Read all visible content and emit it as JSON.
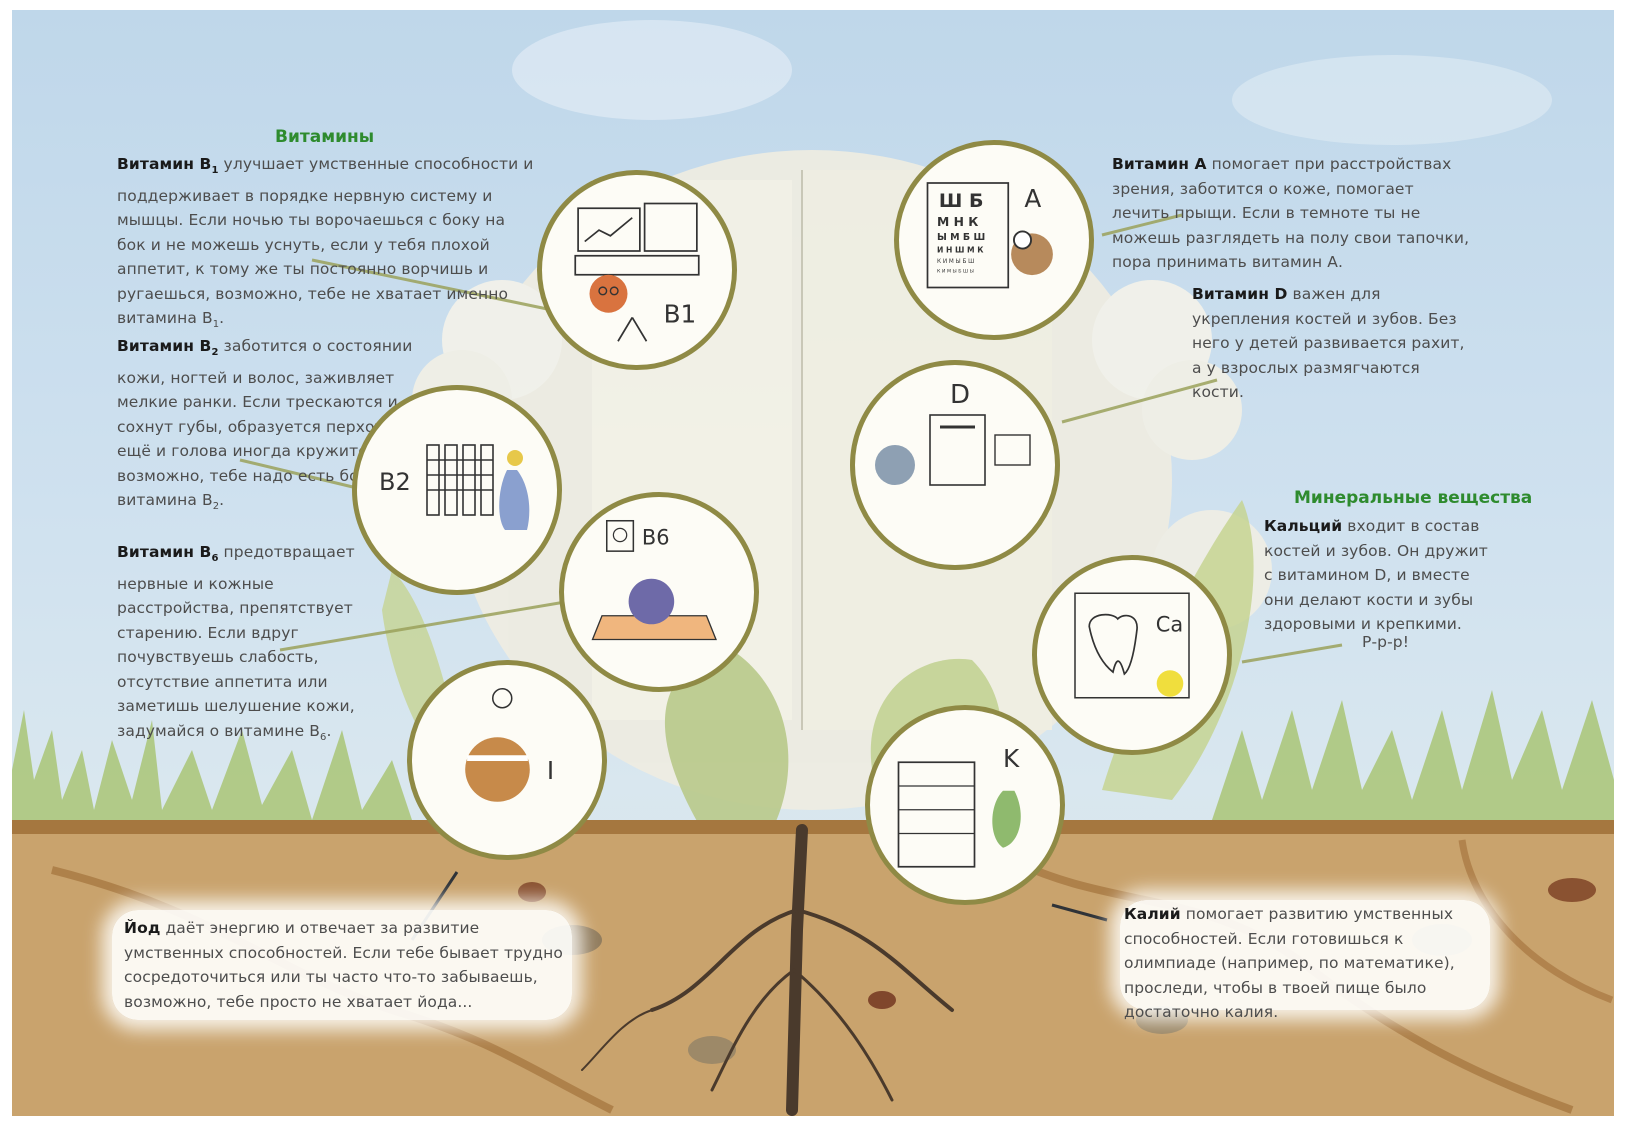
{
  "headers": {
    "vitamins": "Витамины",
    "minerals": "Минеральные вещества"
  },
  "vitamin_b1": {
    "name": "Витамин B",
    "sub": "1",
    "text": " улучшает умственные способности и поддерживает в порядке нервную систему и мышцы. Если ночью ты ворочаешься с боку на бок и не можешь уснуть, если у тебя плохой аппетит, к тому же ты постоянно ворчишь и ругаешься, возможно, тебе не хватает именно витамина B",
    "end_sub": "1",
    "end": "."
  },
  "vitamin_b2": {
    "name": "Витамин B",
    "sub": "2",
    "text": " заботится о состоянии кожи, ногтей и волос, заживляет мелкие ранки. Если трескаются и сохнут губы, образуется перхоть, да ещё и голова иногда кружится, возможно, тебе надо есть больше витамина B",
    "end_sub": "2",
    "end": "."
  },
  "vitamin_b6": {
    "name": "Витамин B",
    "sub": "6",
    "text": " предотвращает нервные и кожные расстройства, препятствует старению. Если вдруг почувствуешь слабость, отсутствие аппетита или заметишь шелушение кожи, задумайся о витамине B",
    "end_sub": "6",
    "end": "."
  },
  "vitamin_a": {
    "name": "Витамин A",
    "text": " помогает при расстройствах зрения, заботится о коже, помогает лечить прыщи. Если в темноте ты не можешь разглядеть на полу свои тапочки, пора принимать витамин А."
  },
  "vitamin_d": {
    "name": "Витамин D",
    "text": " важен для укрепления костей и зубов. Без него у детей развивается рахит, а у взрослых размягчаются кости."
  },
  "calcium": {
    "name": "Кальций",
    "text": " входит в состав костей и зубов. Он дружит с витамином D, и вместе они делают кости и зубы здоровыми и крепкими.",
    "growl": "Р-р-р!"
  },
  "iodine": {
    "name": "Йод",
    "text": " даёт энергию и отвечает за развитие умственных способностей. Если тебе бывает трудно сосредоточиться или ты часто что-то забываешь, возможно, тебе просто не хватает йода..."
  },
  "potassium": {
    "name": "Калий",
    "text": " помогает развитию умственных способностей. Если готовишься к олимпиаде (например, по математике), проследи, чтобы в твоей пище было достаточно калия."
  },
  "circle_labels": {
    "b1": "B1",
    "b2": "B2",
    "b6": "B6",
    "a": "A",
    "d": "D",
    "ca": "Ca",
    "i": "I",
    "k": "K"
  },
  "eye_chart": {
    "row1": "Ш Б",
    "row2": "М Н К",
    "row3": "Ы М Б Ш",
    "row4": "И Н Ш М К",
    "row5": "К И М Ы Б Ш",
    "row6": "К И М Ы Б Ш Ы"
  },
  "colors": {
    "header_green": "#2e8b2e",
    "circle_border": "#8f8a45",
    "text_grey": "#4d4d4d",
    "sky": "#c7dcec",
    "soil": "#c9a36d"
  }
}
